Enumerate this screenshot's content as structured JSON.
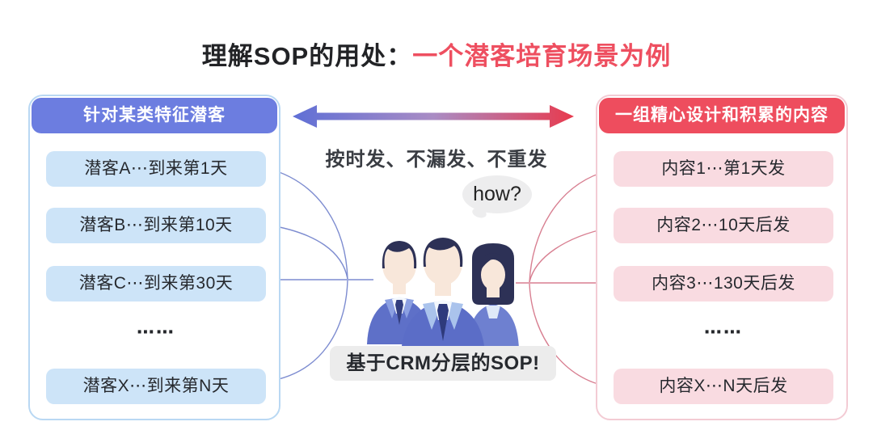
{
  "title": {
    "prefix": "理解SOP的用处：",
    "highlight": "一个潜客培育场景为例"
  },
  "left_panel": {
    "header": "针对某类特征潜客",
    "items": [
      "潜客A⋯到来第1天",
      "潜客B⋯到来第10天",
      "潜客C⋯到来第30天",
      "⋯⋯",
      "潜客X⋯到来第N天"
    ]
  },
  "right_panel": {
    "header": "一组精心设计和积累的内容",
    "items": [
      "内容1⋯第1天发",
      "内容2⋯10天后发",
      "内容3⋯130天后发",
      "⋯⋯",
      "内容X⋯N天后发"
    ]
  },
  "center": {
    "arrow_label": "按时发、不漏发、不重发",
    "bubble_text": "how?",
    "caption": "基于CRM分层的SOP!",
    "illustration": "three-business-people"
  },
  "colors": {
    "title_highlight": "#ee4f60",
    "left_header_bg": "#6c7de0",
    "left_item_bg": "#cde4f8",
    "left_border": "#b9d8f3",
    "right_header_bg": "#ee4d5e",
    "right_item_bg": "#f9dbe1",
    "right_border": "#f3cbd4",
    "arrow_gradient_start": "#5f6fd6",
    "arrow_gradient_end": "#e83a4e",
    "left_connector": "#7d8cd0",
    "right_connector": "#d87f91",
    "caption_bg": "#ececec",
    "bubble_bg": "#ededee"
  }
}
